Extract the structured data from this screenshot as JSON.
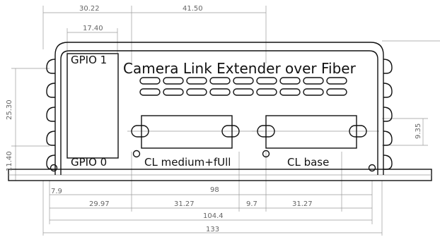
{
  "drawing": {
    "title": "Camera Link Extender over Fiber",
    "labels": {
      "gpio1": "GPIO 1",
      "gpio0": "GPIO 0",
      "cl_medium_full": "CL medium+fUll",
      "cl_base": "CL base"
    },
    "dimensions": {
      "top_30_22": "30.22",
      "top_41_50": "41.50",
      "top_17_40": "17.40",
      "left_25_30": "25.30",
      "left_11_40": "11.40",
      "right_9_35": "9.35",
      "bottom_7_9": "7.9",
      "bottom_98": "98",
      "bottom_29_97": "29.97",
      "bottom_31_27_a": "31.27",
      "bottom_9_7": "9.7",
      "bottom_31_27_b": "31.27",
      "bottom_104_4": "104.4",
      "bottom_133": "133"
    }
  }
}
